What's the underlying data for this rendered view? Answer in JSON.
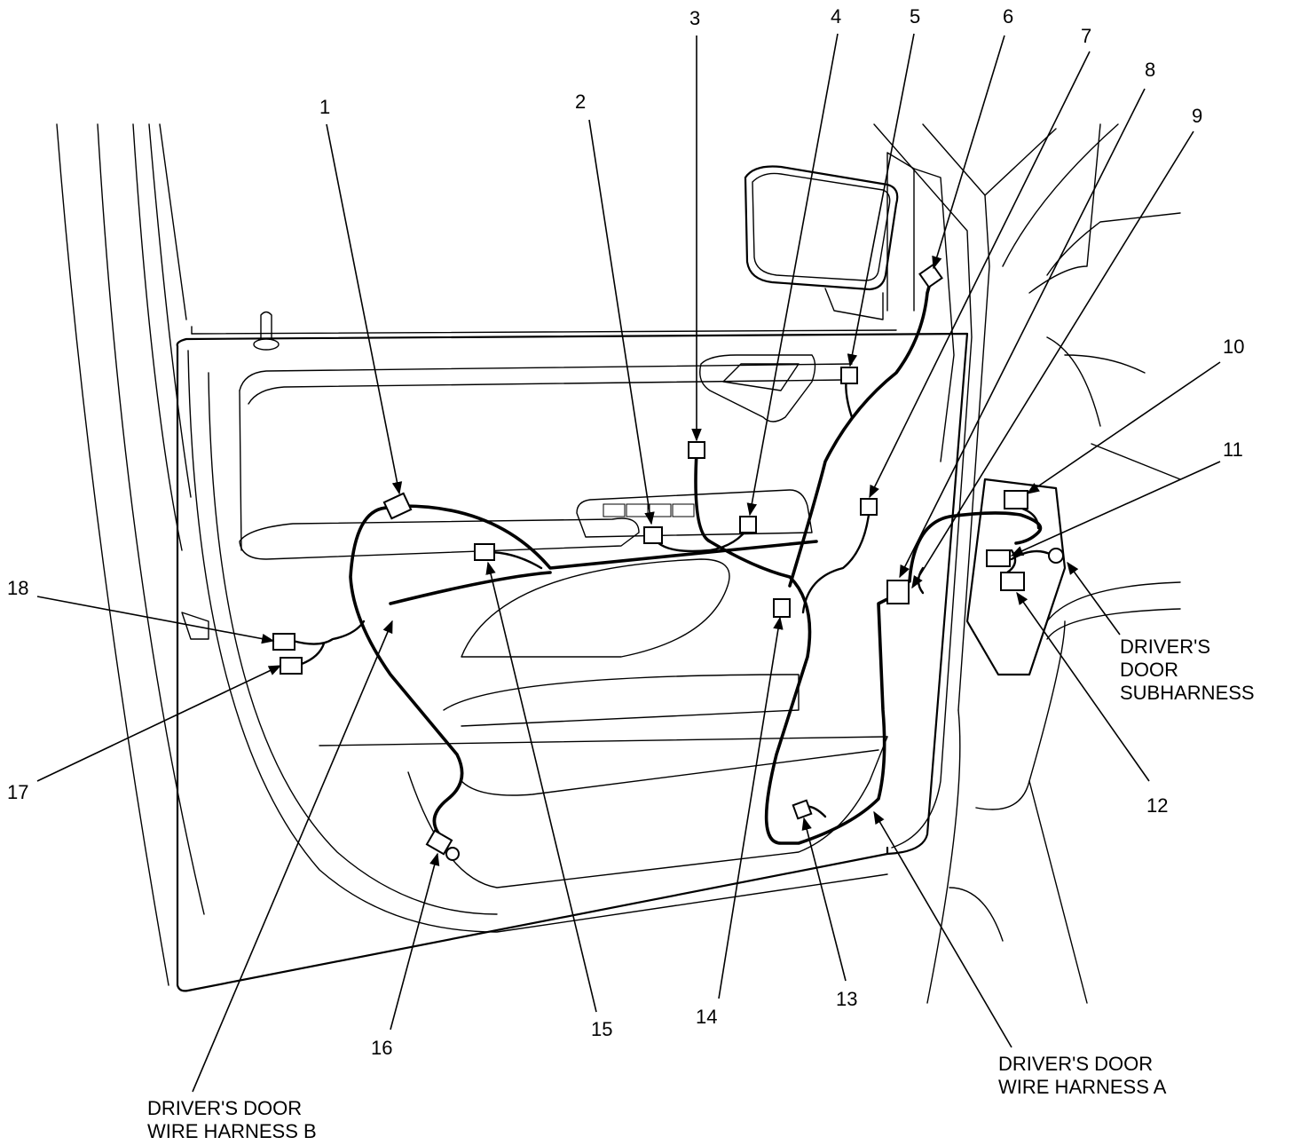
{
  "callouts": [
    "1",
    "2",
    "3",
    "4",
    "5",
    "6",
    "7",
    "8",
    "9",
    "10",
    "11",
    "12",
    "13",
    "14",
    "15",
    "16",
    "17",
    "18"
  ],
  "labels": {
    "harness_a": [
      "DRIVER'S DOOR",
      "WIRE HARNESS A"
    ],
    "harness_b": [
      "DRIVER'S DOOR",
      "WIRE HARNESS B"
    ],
    "subharness": [
      "DRIVER'S",
      "DOOR",
      "SUBHARNESS"
    ]
  }
}
